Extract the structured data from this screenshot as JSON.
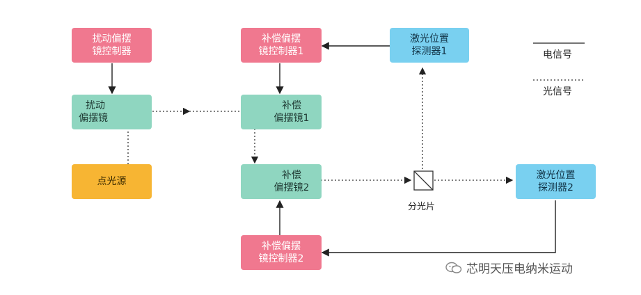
{
  "boxes": {
    "disturb_ctrl": [
      "扰动偏摆",
      "镜控制器"
    ],
    "comp_ctrl1": [
      "补偿偏摆",
      "镜控制器1"
    ],
    "detector1": [
      "激光位置",
      "探测器1"
    ],
    "disturb_mirror": [
      "扰动",
      "偏摆镜"
    ],
    "comp_mirror1": [
      "补偿",
      "偏摆镜1"
    ],
    "light_source": [
      "点光源"
    ],
    "comp_mirror2": [
      "补偿",
      "偏摆镜2"
    ],
    "detector2": [
      "激光位置",
      "探测器2"
    ],
    "comp_ctrl2": [
      "补偿偏摆",
      "镜控制器2"
    ]
  },
  "beam_splitter_label": "分光片",
  "legend": {
    "electric": "电信号",
    "optical": "光信号"
  },
  "watermark": "芯明天压电纳米运动",
  "colors": {
    "controller": "#f0788f",
    "mirror": "#8fd6c0",
    "detector": "#79d0f0",
    "source": "#f7b533"
  }
}
